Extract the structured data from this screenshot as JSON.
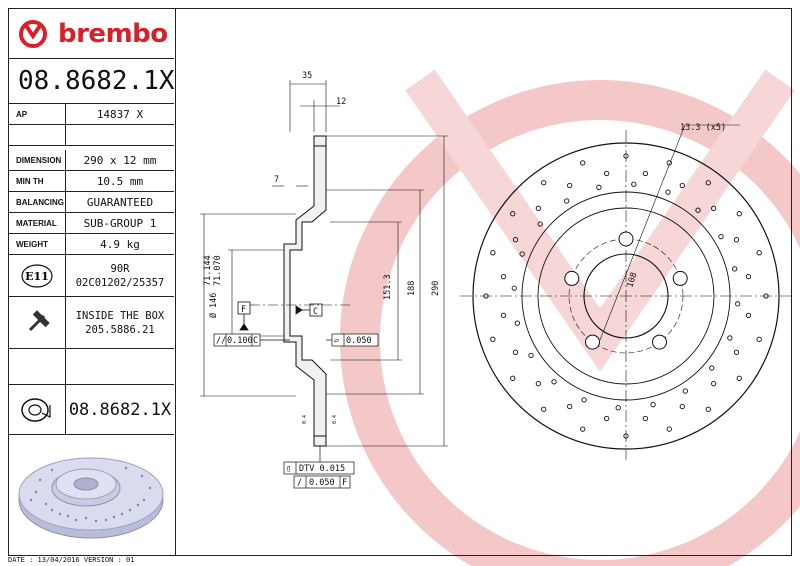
{
  "brand": {
    "name": "brembo",
    "color": "#d8202a"
  },
  "part_number": "08.8682.1X",
  "specs": [
    {
      "label": "AP",
      "value": "14837 X"
    },
    {
      "label": "",
      "value": ""
    },
    {
      "label": "DIMENSION",
      "value": "290 x 12 mm"
    },
    {
      "label": "MIN TH",
      "value": "10.5 mm"
    },
    {
      "label": "BALANCING",
      "value": "GUARANTEED"
    },
    {
      "label": "MATERIAL",
      "value": "SUB-GROUP 1"
    },
    {
      "label": "WEIGHT",
      "value": "4.9 kg"
    }
  ],
  "approval": {
    "mark": "E11",
    "line1": "90R",
    "line2": "02C01202/25357"
  },
  "inside_box": {
    "line1": "INSIDE THE BOX",
    "line2": "205.5886.21"
  },
  "bottom_part_number": "08.8682.1X",
  "footer": "DATE : 13/04/2016 VERSION : 01",
  "dimensions": {
    "total_height": "35",
    "disc_thickness": "12",
    "hat_thickness": "7",
    "d_center": "146",
    "d_bore_1": "71.144",
    "d_bore_2": "71.070",
    "d_hat": "151.3",
    "d_inner_ring": "188",
    "d_outer": "290",
    "hole_note": "13.3 (x5)",
    "pcd": "108",
    "datum_f": "F",
    "datum_c": "C",
    "tol_flat": "0.100",
    "tol_flat_ref": "C",
    "tol_par": "0.050",
    "dtv": "DTV 0.015",
    "runout": "0.050",
    "runout_ref": "F",
    "rough_1": "0.4",
    "rough_2": "0.4"
  }
}
